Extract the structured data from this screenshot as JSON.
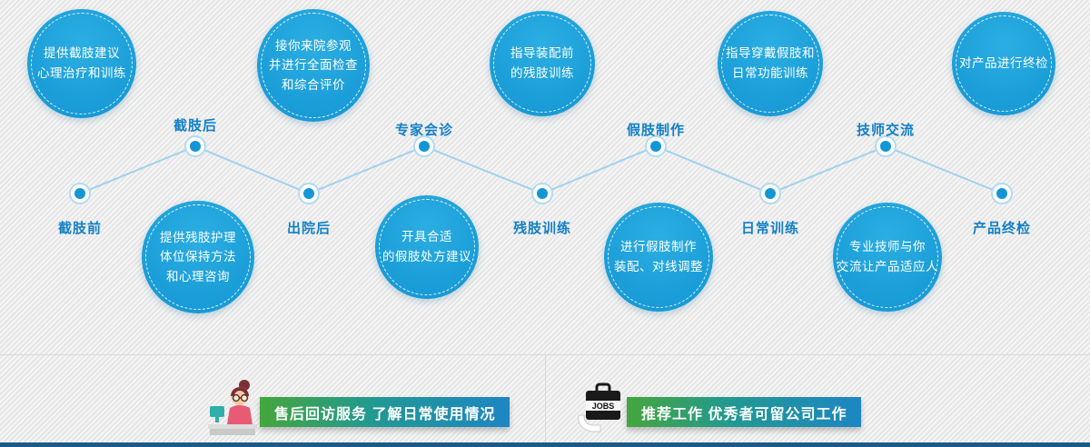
{
  "colors": {
    "background": "#ededed",
    "accent_blue": "#1496d4",
    "label_blue": "#1380c6",
    "banner_gradient_start": "#45a63d",
    "banner_gradient_mid": "#219992",
    "banner_gradient_end": "#1d86c4",
    "footer_bar": "#1d5b86"
  },
  "timeline": {
    "stages": [
      {
        "label": "截肢前",
        "bubble_lines": [
          "提供截肢建议",
          "心理治疗和训练"
        ]
      },
      {
        "label": "截肢后",
        "bubble_lines": [
          "提供残肢护理",
          "体位保持方法",
          "和心理咨询"
        ]
      },
      {
        "label": "出院后",
        "bubble_lines": [
          "接你来院参观",
          "并进行全面检查",
          "和综合评价"
        ]
      },
      {
        "label": "专家会诊",
        "bubble_lines": [
          "开具合适",
          "的假肢处方建议"
        ]
      },
      {
        "label": "残肢训练",
        "bubble_lines": [
          "指导装配前",
          "的残肢训练"
        ]
      },
      {
        "label": "假肢制作",
        "bubble_lines": [
          "进行假肢制作",
          "装配、对线调整"
        ]
      },
      {
        "label": "日常训练",
        "bubble_lines": [
          "指导穿戴假肢和",
          "日常功能训练"
        ]
      },
      {
        "label": "技师交流",
        "bubble_lines": [
          "专业技师与你",
          "交流让产品适应人"
        ]
      },
      {
        "label": "产品终检",
        "bubble_lines": [
          "对产品进行终检"
        ]
      }
    ]
  },
  "footer": {
    "banners": [
      {
        "icon": "support-agent-icon",
        "text": "售后回访服务 了解日常使用情况"
      },
      {
        "icon": "jobs-briefcase-icon",
        "icon_text": "JOBS",
        "text": "推荐工作 优秀者可留公司工作"
      }
    ]
  }
}
